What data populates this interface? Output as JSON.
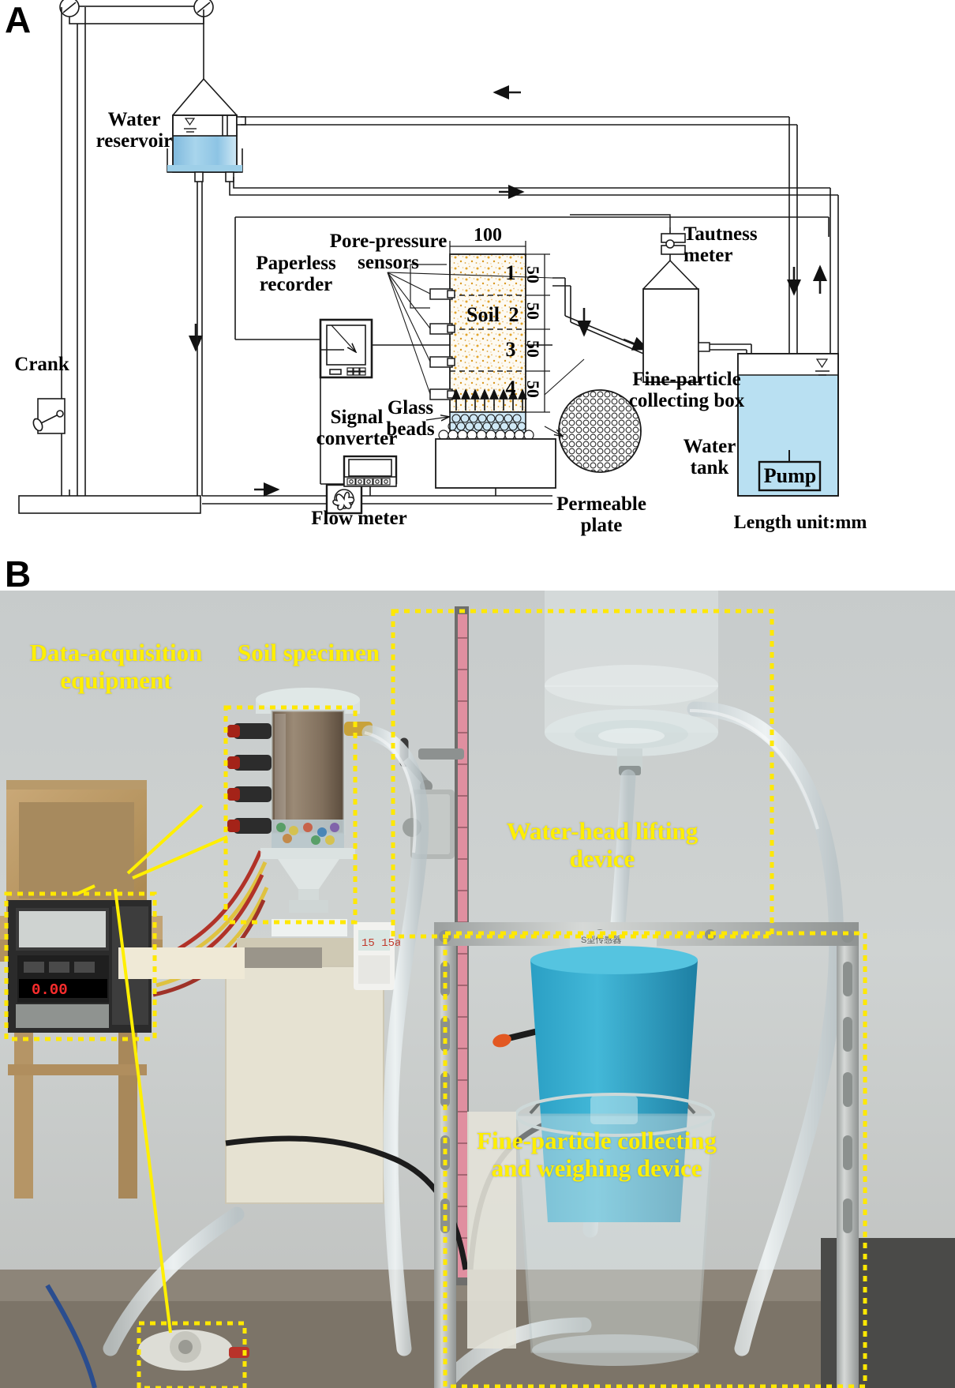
{
  "figure": {
    "panel_a_letter": "A",
    "panel_b_letter": "B"
  },
  "panel_a": {
    "type": "schematic-diagram",
    "note": "Length unit:mm",
    "labels": {
      "crank": "Crank",
      "water_reservoir": "Water\nreservoir",
      "paperless_recorder": "Paperless\nrecorder",
      "pore_pressure_sensors": "Pore-pressure\nsensors",
      "signal_converter": "Signal\nconverter",
      "glass_beads": "Glass\nbeads",
      "flow_meter": "Flow meter",
      "permeable_plate": "Permeable\nplate",
      "tautness_meter": "Tautness\nmeter",
      "fine_particle_collecting_box": "Fine-particle\ncollecting box",
      "water_tank": "Water\ntank",
      "pump": "Pump",
      "soil": "Soil"
    },
    "dimensions": {
      "column_width": "100",
      "layer_heights": [
        "50",
        "50",
        "50",
        "50"
      ],
      "layer_numbers": [
        "1",
        "2",
        "3",
        "4"
      ],
      "unit_note": "Length unit:mm"
    },
    "colors": {
      "water": "#9ecfe8",
      "water_tank": "#b9e0f2",
      "soil": "#fdf8ed",
      "soil_speckle": "#e0a22a",
      "line": "#1a1a1a"
    }
  },
  "panel_b": {
    "type": "photograph",
    "annotations": [
      {
        "id": "data-acquisition-equipment",
        "text": "Data-acquisition\nequipment"
      },
      {
        "id": "soil-specimen",
        "text": "Soil specimen"
      },
      {
        "id": "water-head-lifting-device",
        "text": "Water-head lifting\ndevice"
      },
      {
        "id": "fine-particle-collecting-and-weighing-device",
        "text": "Fine-particle collecting\nand weighing device"
      }
    ],
    "callout_color": "#ffef00"
  }
}
